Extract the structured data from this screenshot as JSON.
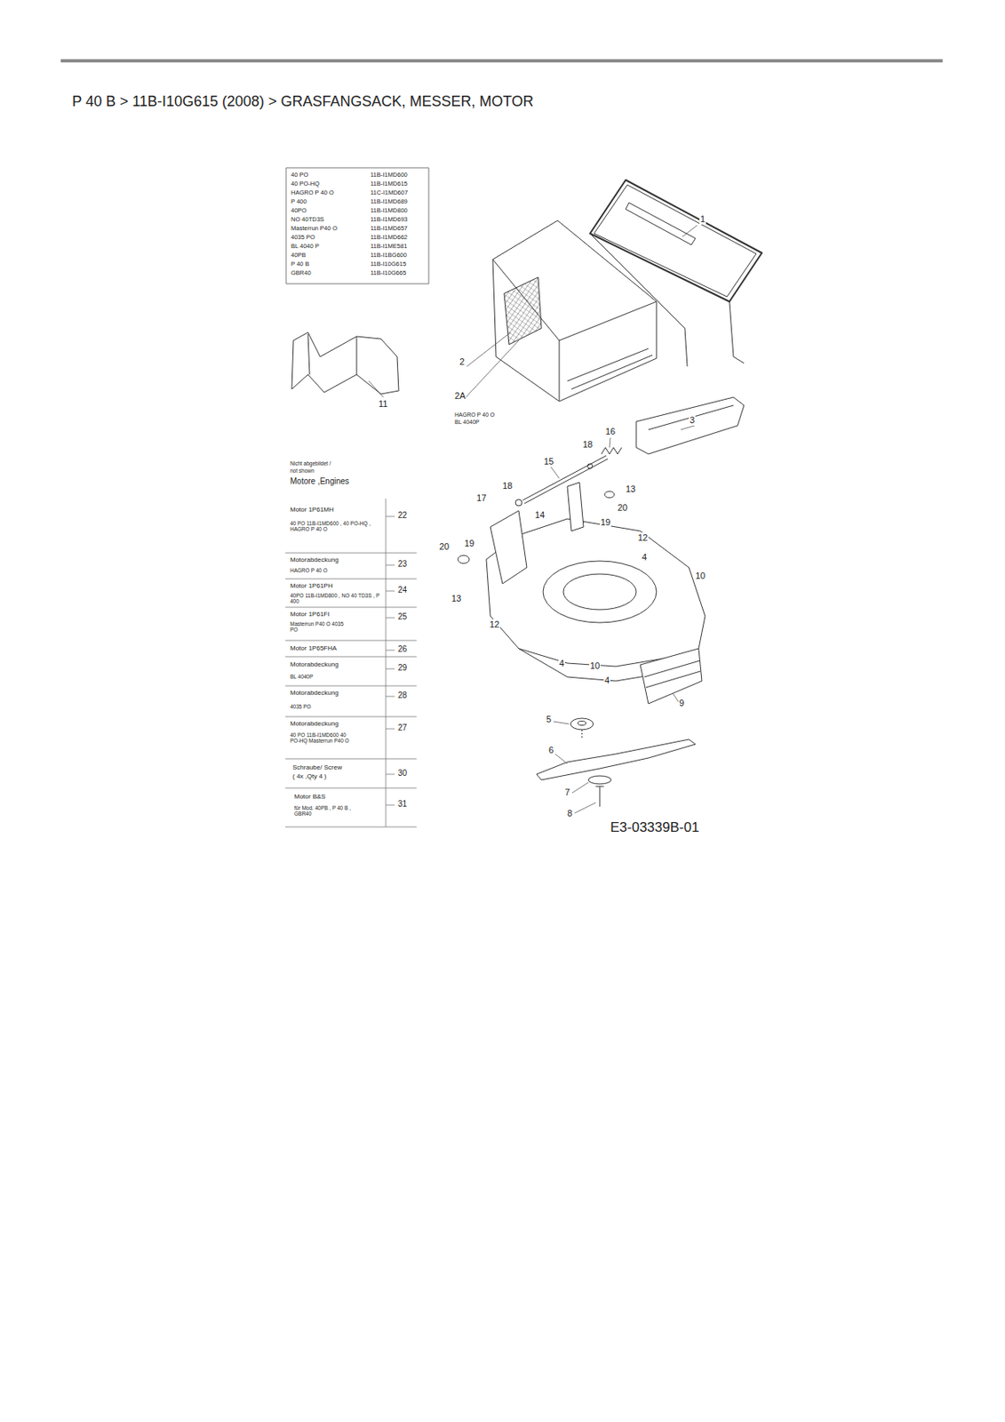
{
  "diagram": {
    "title": "P 40 B  >  11B-I10G615 (2008)  >  GRASFANGSACK, MESSER, MOTOR",
    "labels": [
      "40 PO",
      "11B-I1MD600",
      "40 PO-HQ",
      "11B-I1MD615",
      "HAGRO P 40 O",
      "11C-I1MD607",
      "P 400",
      "11B-I1MD689",
      "40PO",
      "11B-I1MD800",
      "NO 40TD3S",
      "11B-I1MD693",
      "Masterrun P40 O",
      "11B-I1MD657",
      "4035 PO",
      "11B-I1MD662",
      "BL 4040 P",
      "11B-I1ME581",
      "40PB",
      "11B-I1BG600",
      "P 40 B",
      "11B-I10G615",
      "GBR40",
      "11B-I10G665",
      "1",
      "2",
      "2A",
      "HAGRO P 40 O",
      "BL 4040P",
      "11",
      "3",
      "16",
      "18",
      "15",
      "18",
      "17",
      "13",
      "20",
      "19",
      "14",
      "12",
      "4",
      "10",
      "20",
      "19",
      "13",
      "12",
      "4",
      "10",
      "4",
      "9",
      "5",
      "6",
      "7",
      "8",
      "E3-03339B-01",
      "Nicht abgebildet /",
      "not shown",
      "Motore ,Engines",
      "Motor 1P61MH",
      "22",
      "40 PO  11B-I1MD600 , 40 PO-HQ , HAGRO P 40 O",
      "Motorabdeckung",
      "23",
      "HAGRO P 40 O",
      "Motor 1P61PH",
      "24",
      "40PO  11B-I1MD800 , NO 40 TD3S , P 400",
      "Motor 1P61FI",
      "25",
      "Masterrun P40 O 4035 PO",
      "Motor 1P65FHA",
      "26",
      "Motorabdeckung",
      "29",
      "BL 4040P",
      "Motorabdeckung",
      "28",
      "4035 PO",
      "Motorabdeckung",
      "27",
      "40 PO  11B-I1MD600 40 PO-HQ Masterrun P40 O",
      "Schraube/ Screw",
      "( 4x ,Qty 4 )",
      "30",
      "Motor B&S",
      "31",
      "für Mod. 40PB , P 40 B , GBR40"
    ]
  }
}
